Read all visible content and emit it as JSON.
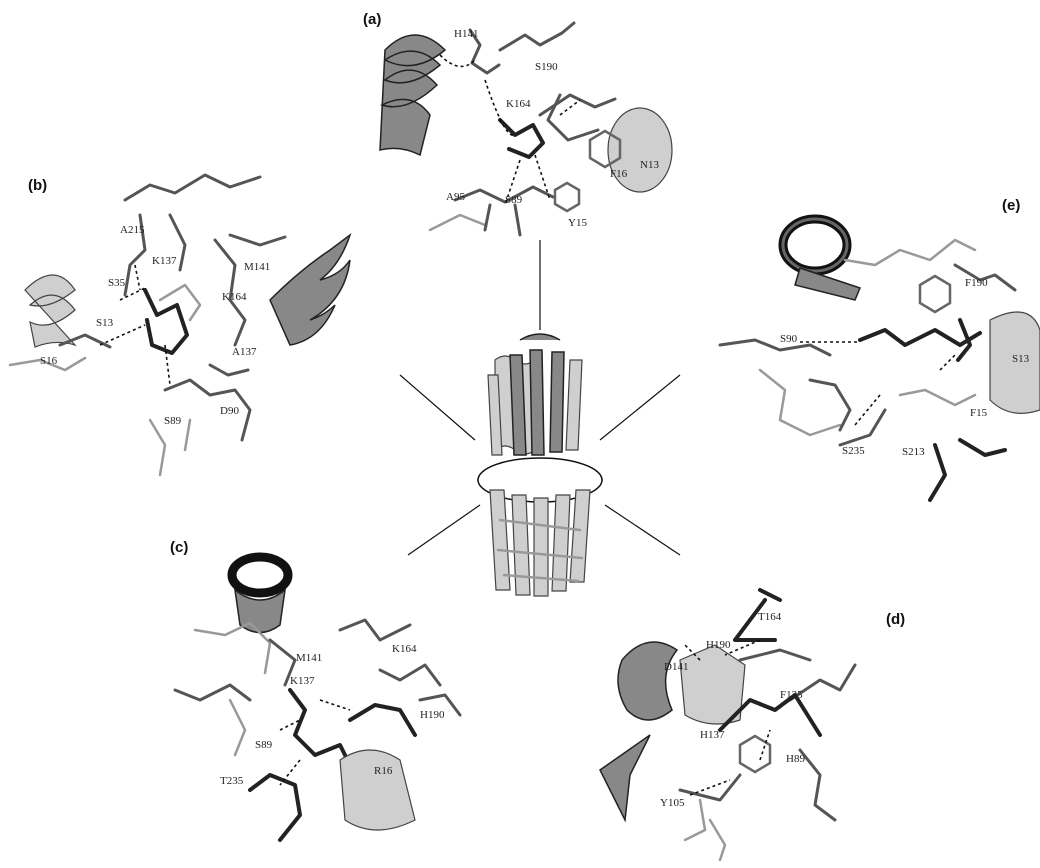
{
  "panels": {
    "a": {
      "letter": "(a)",
      "residues": [
        "H141",
        "S190",
        "K164",
        "F16",
        "N13",
        "A95",
        "S89",
        "Y15"
      ]
    },
    "b": {
      "letter": "(b)",
      "residues": [
        "A215",
        "K137",
        "M141",
        "S35",
        "K164",
        "S13",
        "A137",
        "S16",
        "S89",
        "D90"
      ]
    },
    "c": {
      "letter": "(c)",
      "residues": [
        "M141",
        "K164",
        "K137",
        "H190",
        "S89",
        "R16",
        "T235"
      ]
    },
    "d": {
      "letter": "(d)",
      "residues": [
        "T164",
        "H190",
        "D141",
        "F135",
        "H137",
        "H89",
        "Y105"
      ]
    },
    "e": {
      "letter": "(e)",
      "residues": [
        "F190",
        "S90",
        "S13",
        "F15",
        "S235",
        "S213"
      ]
    }
  }
}
